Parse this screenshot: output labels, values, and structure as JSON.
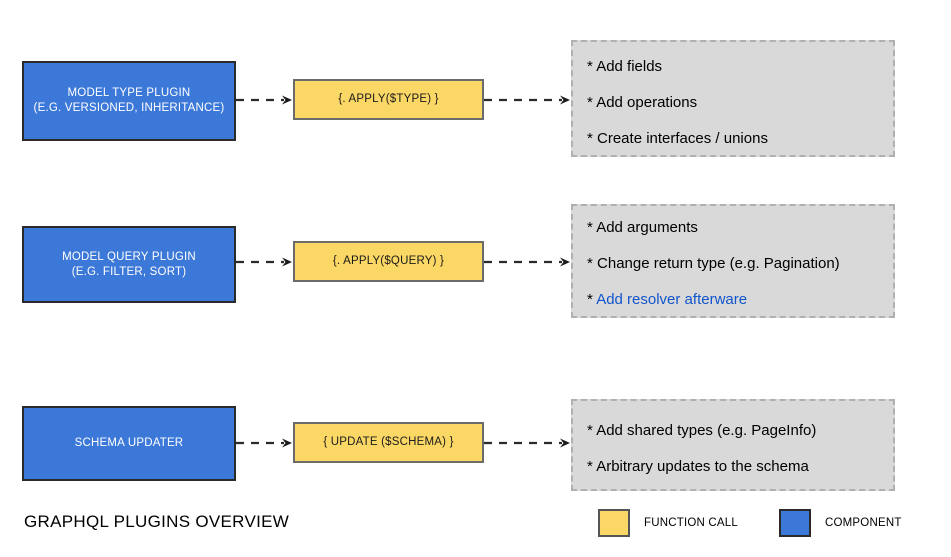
{
  "diagram": {
    "title": "GRAPHQL PLUGINS OVERVIEW",
    "colors": {
      "component": "#3c78d8",
      "function_call": "#fbd765",
      "notes_background": "#d9d9d9",
      "link_text": "#1155cc",
      "text_dark": "#000000",
      "text_light": "#ffffff"
    },
    "rows": [
      {
        "component": {
          "line1": "MODEL TYPE PLUGIN",
          "line2": "(E.G. VERSIONED, INHERITANCE)"
        },
        "function_call": "{. APPLY($TYPE) }",
        "notes": [
          {
            "bullet": "*",
            "text": "Add fields",
            "is_link": false
          },
          {
            "bullet": "*",
            "text": "Add operations",
            "is_link": false
          },
          {
            "bullet": "*",
            "text": "Create interfaces / unions",
            "is_link": false
          }
        ]
      },
      {
        "component": {
          "line1": "MODEL QUERY PLUGIN",
          "line2": "(E.G. FILTER, SORT)"
        },
        "function_call": "{. APPLY($QUERY) }",
        "notes": [
          {
            "bullet": "*",
            "text": "Add arguments",
            "is_link": false
          },
          {
            "bullet": "*",
            "text": "Change return type (e.g. Pagination)",
            "is_link": false
          },
          {
            "bullet": "*",
            "text": "Add resolver afterware",
            "is_link": true
          }
        ]
      },
      {
        "component": {
          "line1": "SCHEMA UPDATER",
          "line2": ""
        },
        "function_call": "{  UPDATE ($SCHEMA)  }",
        "notes": [
          {
            "bullet": "*",
            "text": "Add shared types (e.g. PageInfo)",
            "is_link": false
          },
          {
            "bullet": "*",
            "text": "Arbitrary updates to the schema",
            "is_link": false
          }
        ]
      }
    ],
    "legend": [
      {
        "label": "FUNCTION CALL",
        "swatch": "function-call-swatch"
      },
      {
        "label": "COMPONENT",
        "swatch": "component-swatch"
      }
    ]
  }
}
